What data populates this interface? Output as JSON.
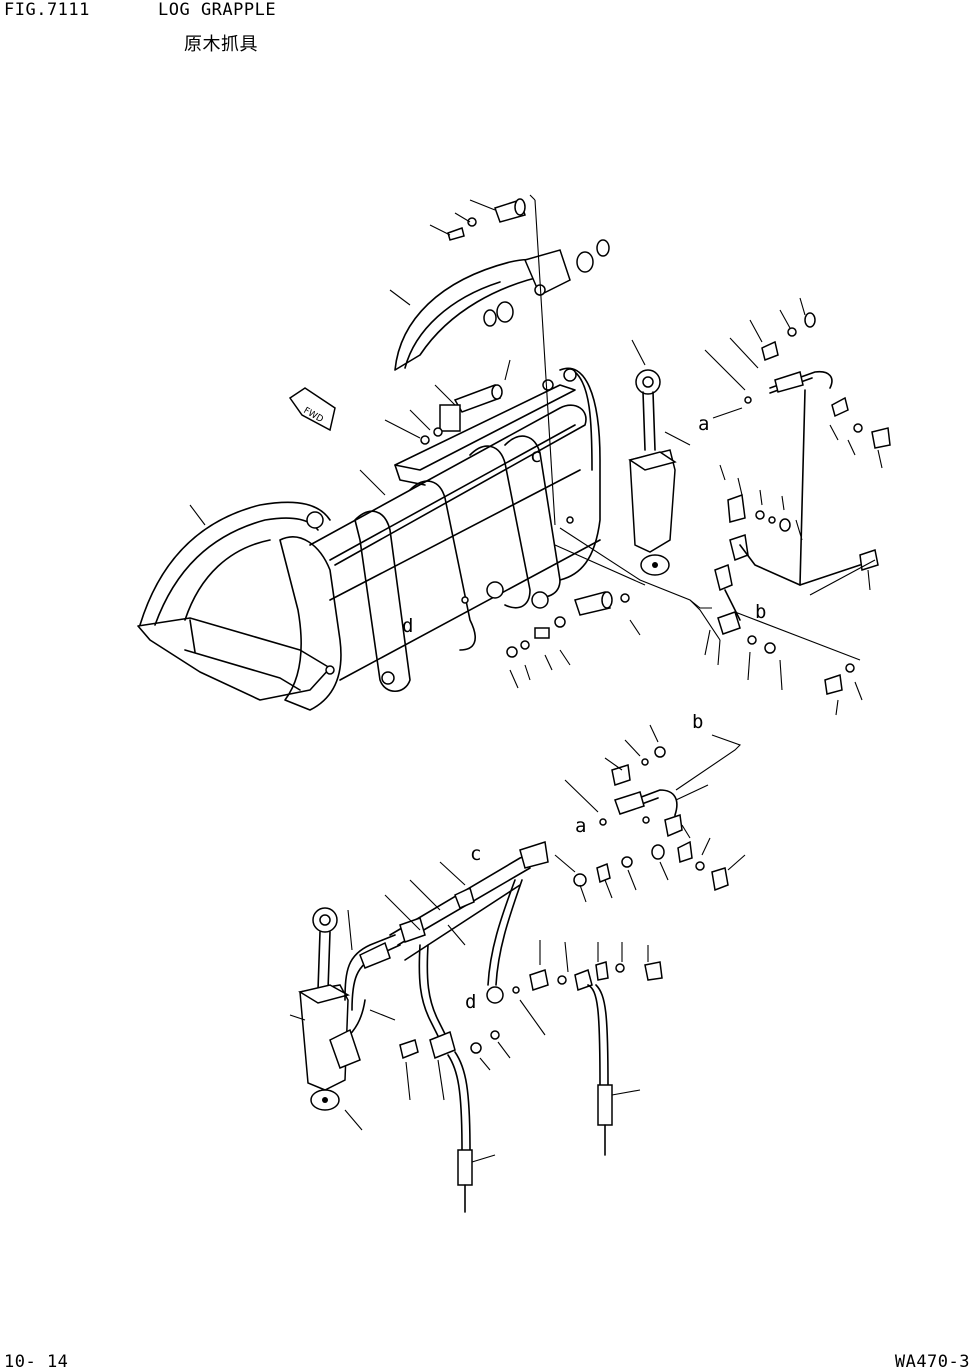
{
  "header": {
    "fig_number": "FIG.7111",
    "title": "LOG GRAPPLE",
    "title_jp": "原木抓具"
  },
  "footer": {
    "page_number": "10- 14",
    "model_code": "WA470-3"
  },
  "diagram": {
    "fwd_marker": "FWD",
    "connection_labels": {
      "a": "a",
      "b": "b",
      "c": "c",
      "d": "d"
    }
  }
}
